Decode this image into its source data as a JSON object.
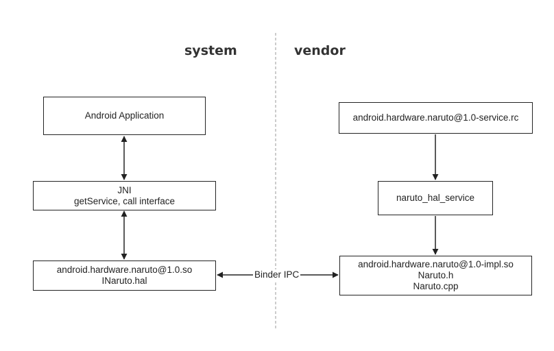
{
  "headings": {
    "system": "system",
    "vendor": "vendor"
  },
  "system_column": {
    "app_box": {
      "line1": "Android Application"
    },
    "jni_box": {
      "line1": "JNI",
      "line2": "getService, call interface"
    },
    "hal_so_box": {
      "line1": "android.hardware.naruto@1.0.so",
      "line2": "INaruto.hal"
    }
  },
  "vendor_column": {
    "service_rc_box": {
      "line1": "android.hardware.naruto@1.0-service.rc"
    },
    "hal_service_box": {
      "line1": "naruto_hal_service"
    },
    "impl_box": {
      "line1": "android.hardware.naruto@1.0-impl.so",
      "line2": "Naruto.h",
      "line3": "Naruto.cpp"
    }
  },
  "connector": {
    "binder_label": "Binder IPC"
  },
  "colors": {
    "stroke": "#222222",
    "divider": "#999999",
    "heading": "#333333"
  }
}
